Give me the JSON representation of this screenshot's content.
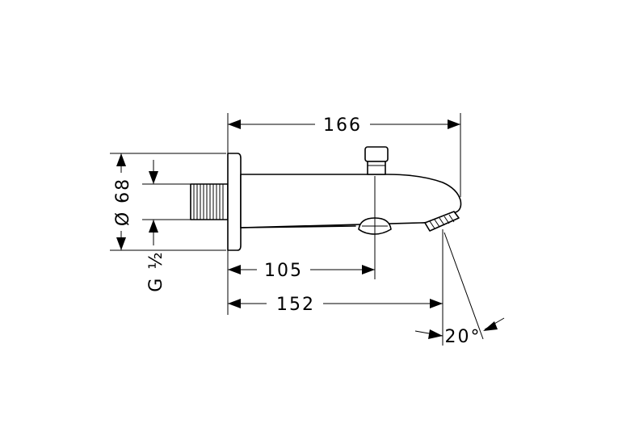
{
  "diagram": {
    "dimensions": {
      "overall_length": "166",
      "diverter_position": "105",
      "spout_reach": "152",
      "flange_diameter": "Ø 68",
      "thread_size": "G ½",
      "outlet_angle": "20°"
    }
  }
}
